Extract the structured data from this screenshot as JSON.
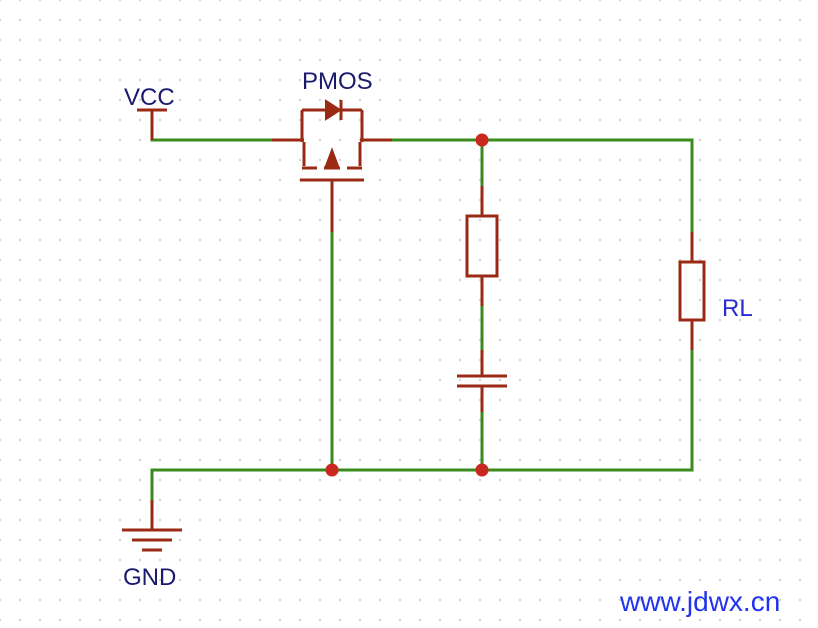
{
  "labels": {
    "vcc": "VCC",
    "pmos": "PMOS",
    "rl": "RL",
    "gnd": "GND",
    "watermark": "www.jdwx.cn"
  },
  "colors": {
    "wire": "#3a8a1e",
    "component": "#9a2a14",
    "junction": "#c8281e",
    "label": "#1a1a6e",
    "watermark": "#2233ee"
  }
}
